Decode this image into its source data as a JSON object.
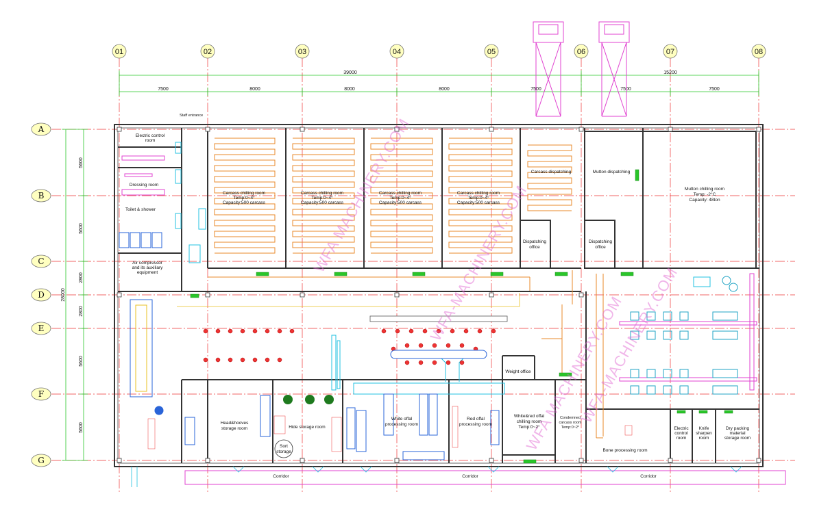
{
  "axes": {
    "columns": [
      "01",
      "02",
      "03",
      "04",
      "05",
      "06",
      "07",
      "08"
    ],
    "rows": [
      "A",
      "B",
      "C",
      "D",
      "E",
      "F",
      "G"
    ]
  },
  "dimensions": {
    "top_totals": [
      "39000",
      "15200"
    ],
    "top_spans": [
      "7500",
      "8000",
      "8000",
      "8000",
      "7500",
      "7500",
      "7500"
    ],
    "left_total": "28000",
    "left_spans": [
      "5600",
      "5600",
      "2800",
      "2800",
      "5600",
      "5600"
    ]
  },
  "labels": {
    "staff_entrance": "Staff entrance",
    "electric_control_room_top": [
      "Electric control",
      "room"
    ],
    "dressing_room": "Dressing room",
    "toilet_shower": "Toilet & shower",
    "air_compressor": [
      "Air compressor",
      "and its auxiliary",
      "equipment"
    ],
    "carcass_chilling_rooms": [
      [
        "Carcass chilling room",
        "Temp:0~4°",
        "Capacity:500 carcass"
      ],
      [
        "Carcass chilling room",
        "Temp:0~4°",
        "Capacity:500 carcass"
      ],
      [
        "Carcass chilling room",
        "Temp:0~4°",
        "Capacity:500 carcass"
      ],
      [
        "Carcass chilling room",
        "Temp:0~4°",
        "Capacity:500 carcass"
      ]
    ],
    "carcass_dispatching": "Carcass dispatching",
    "mutton_dispatching": "Mutton dispatching",
    "mutton_chilling_room": [
      "Mutton chilling room",
      "Temp: -2°C",
      "Capacity: 48ton"
    ],
    "dispatching_office_1": [
      "Dispatching",
      "office"
    ],
    "dispatching_office_2": [
      "Dispatching",
      "office"
    ],
    "head_hooves_storage": [
      "Head&hooves",
      "storage room"
    ],
    "hide_storage_room": "Hide storage room",
    "sort_storage": [
      "Sort",
      "storage"
    ],
    "white_offal_processing": [
      "White offal",
      "processing room"
    ],
    "red_offal_processing": [
      "Red offal",
      "processing room"
    ],
    "weight_office": "Weight office",
    "white_red_offal_chilling": [
      "White&red offal",
      "chilling room",
      "Temp:0~2°"
    ],
    "condemned_carcass_room": [
      "Condemned",
      "carcass room",
      "Temp:0~2°"
    ],
    "bone_processing_room": "Bone processing room",
    "electric_control_room_bottom": [
      "Electric",
      "control",
      "room"
    ],
    "knife_sharpen_room": [
      "Knife",
      "sharpen",
      "room"
    ],
    "dry_packing_storage": [
      "Dry packing",
      "material",
      "storage room"
    ],
    "corridors": [
      "Corridor",
      "Corridor",
      "Corridor"
    ]
  },
  "watermarks": [
    "WFA MACHINERY.COM",
    "WFA-MACHINERY.COM",
    "WFA MACHINERY.COM",
    "WFA-MACHINERY.COM"
  ],
  "colors": {
    "grid": "#e33333",
    "walls": "#333333",
    "dimensions": "#29c629",
    "rails": "#e8892a",
    "magenta": "#e040d0",
    "equipment": "#2a64d8",
    "cyan": "#20c0e0"
  }
}
